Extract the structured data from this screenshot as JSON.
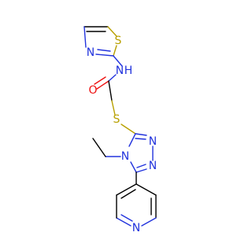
{
  "molecule": {
    "atom_labels": {
      "thiazole_s": "S",
      "thiazole_n": "N",
      "amide_n": "N",
      "amide_h": "H",
      "carbonyl_o": "O",
      "thioether_s": "S",
      "triazole_n1": "N",
      "triazole_n2": "N",
      "triazole_n4": "N",
      "pyridine_n": "N"
    },
    "colors": {
      "carbon_bond": "#000000",
      "nitrogen": "#2233dd",
      "sulfur": "#b8a000",
      "oxygen": "#ee1111",
      "background": "#ffffff"
    }
  }
}
